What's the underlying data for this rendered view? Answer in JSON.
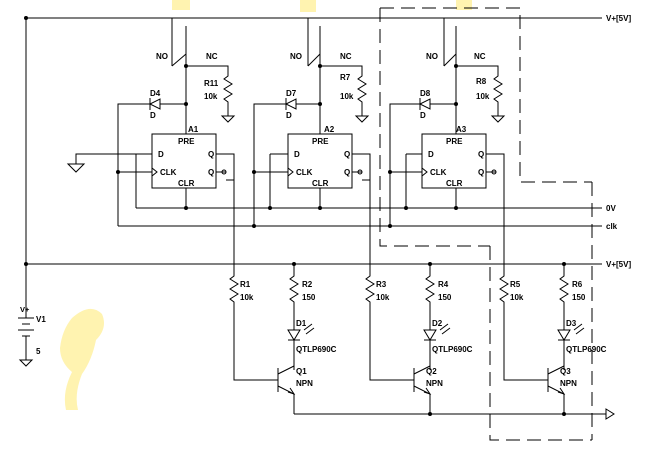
{
  "colors": {
    "wire": "#000000",
    "background": "#ffffff",
    "watermark": "#fff3b0"
  },
  "rails": {
    "top": "V+[5V]",
    "mid": "V+[5V]",
    "zero": "0V",
    "clk": "clk"
  },
  "flipflops": [
    {
      "id": "A1",
      "pre": "PRE",
      "clr": "CLR",
      "d": "D",
      "clk": "CLK",
      "q": "Q",
      "qbar": "Q",
      "diode": "D4",
      "diode_type": "D",
      "res": "R11",
      "res_val": "10k",
      "no": "NO",
      "nc": "NC"
    },
    {
      "id": "A2",
      "pre": "PRE",
      "clr": "CLR",
      "d": "D",
      "clk": "CLK",
      "q": "Q",
      "qbar": "Q",
      "diode": "D7",
      "diode_type": "D",
      "res": "R7",
      "res_val": "10k",
      "no": "NO",
      "nc": "NC"
    },
    {
      "id": "A3",
      "pre": "PRE",
      "clr": "CLR",
      "d": "D",
      "clk": "CLK",
      "q": "Q",
      "qbar": "Q",
      "diode": "D8",
      "diode_type": "D",
      "res": "R8",
      "res_val": "10k",
      "no": "NO",
      "nc": "NC"
    }
  ],
  "drivers": [
    {
      "rb": "R1",
      "rb_val": "10k",
      "rl": "R2",
      "rl_val": "150",
      "led": "D1",
      "led_type": "QTLP690C",
      "q": "Q1",
      "q_type": "NPN"
    },
    {
      "rb": "R3",
      "rb_val": "10k",
      "rl": "R4",
      "rl_val": "150",
      "led": "D2",
      "led_type": "QTLP690C",
      "q": "Q2",
      "q_type": "NPN"
    },
    {
      "rb": "R5",
      "rb_val": "10k",
      "rl": "R6",
      "rl_val": "150",
      "led": "D3",
      "led_type": "QTLP690C",
      "q": "Q3",
      "q_type": "NPN"
    }
  ],
  "source": {
    "name": "V1",
    "plus": "V+",
    "value": "5"
  }
}
